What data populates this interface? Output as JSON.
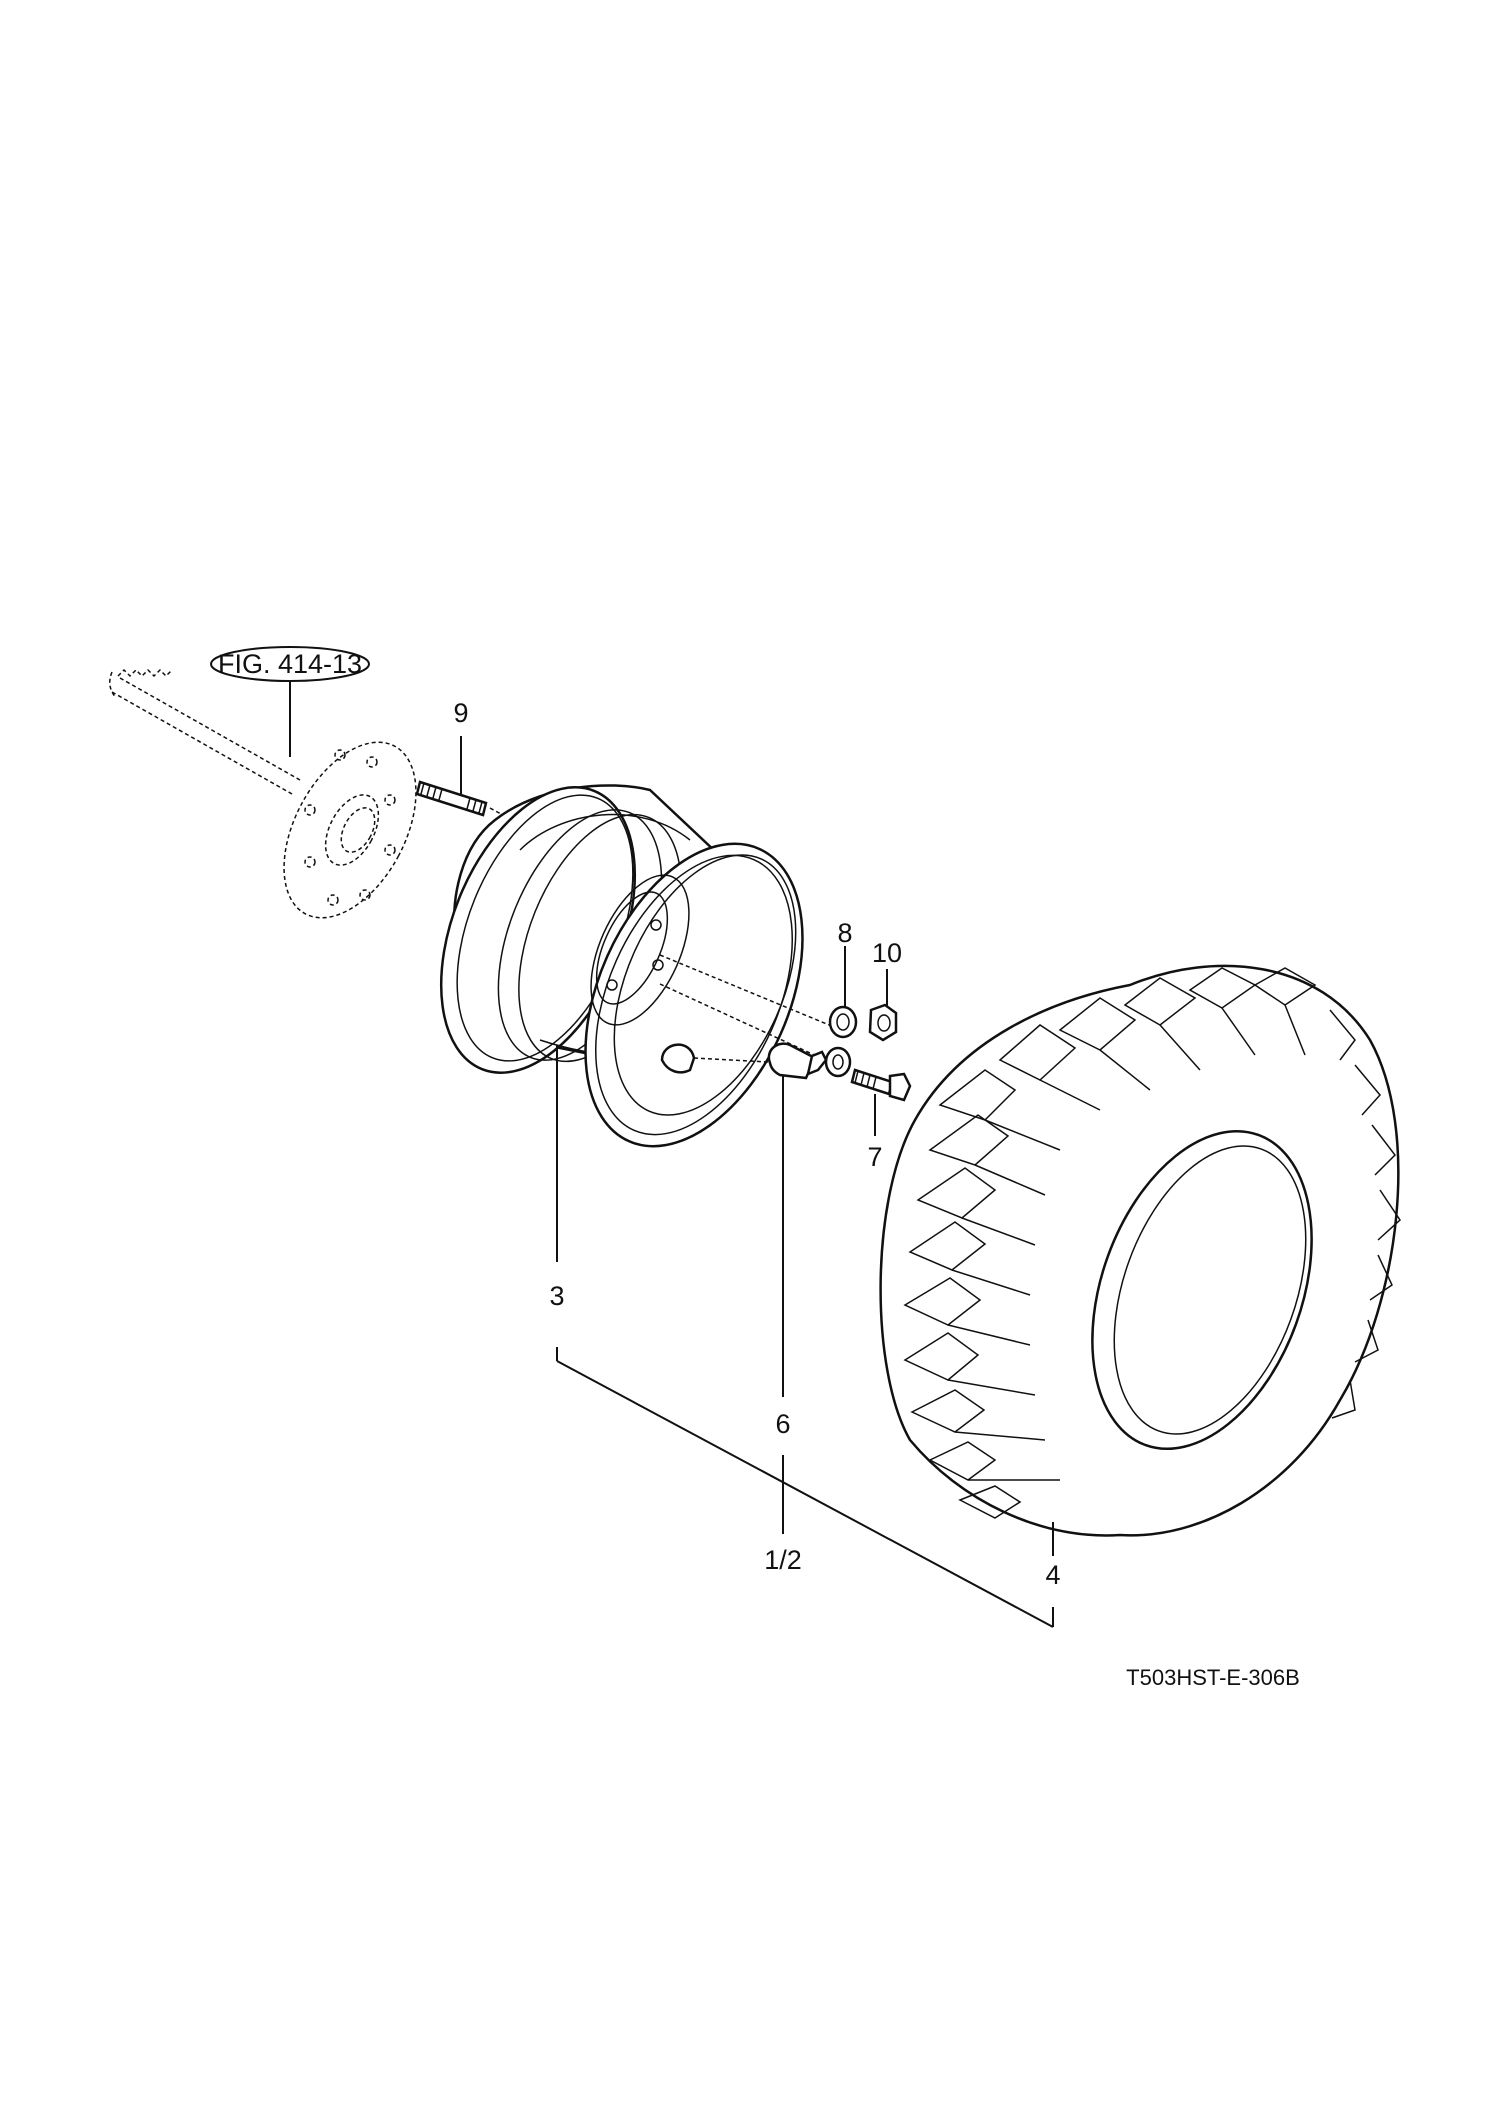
{
  "figure_ref": "FIG. 414-13",
  "drawing_code": "T503HST-E-306B",
  "callouts": {
    "c9": "9",
    "c8": "8",
    "c10": "10",
    "c7": "7",
    "c3": "3",
    "c6": "6",
    "c12": "1/2",
    "c4": "4"
  }
}
